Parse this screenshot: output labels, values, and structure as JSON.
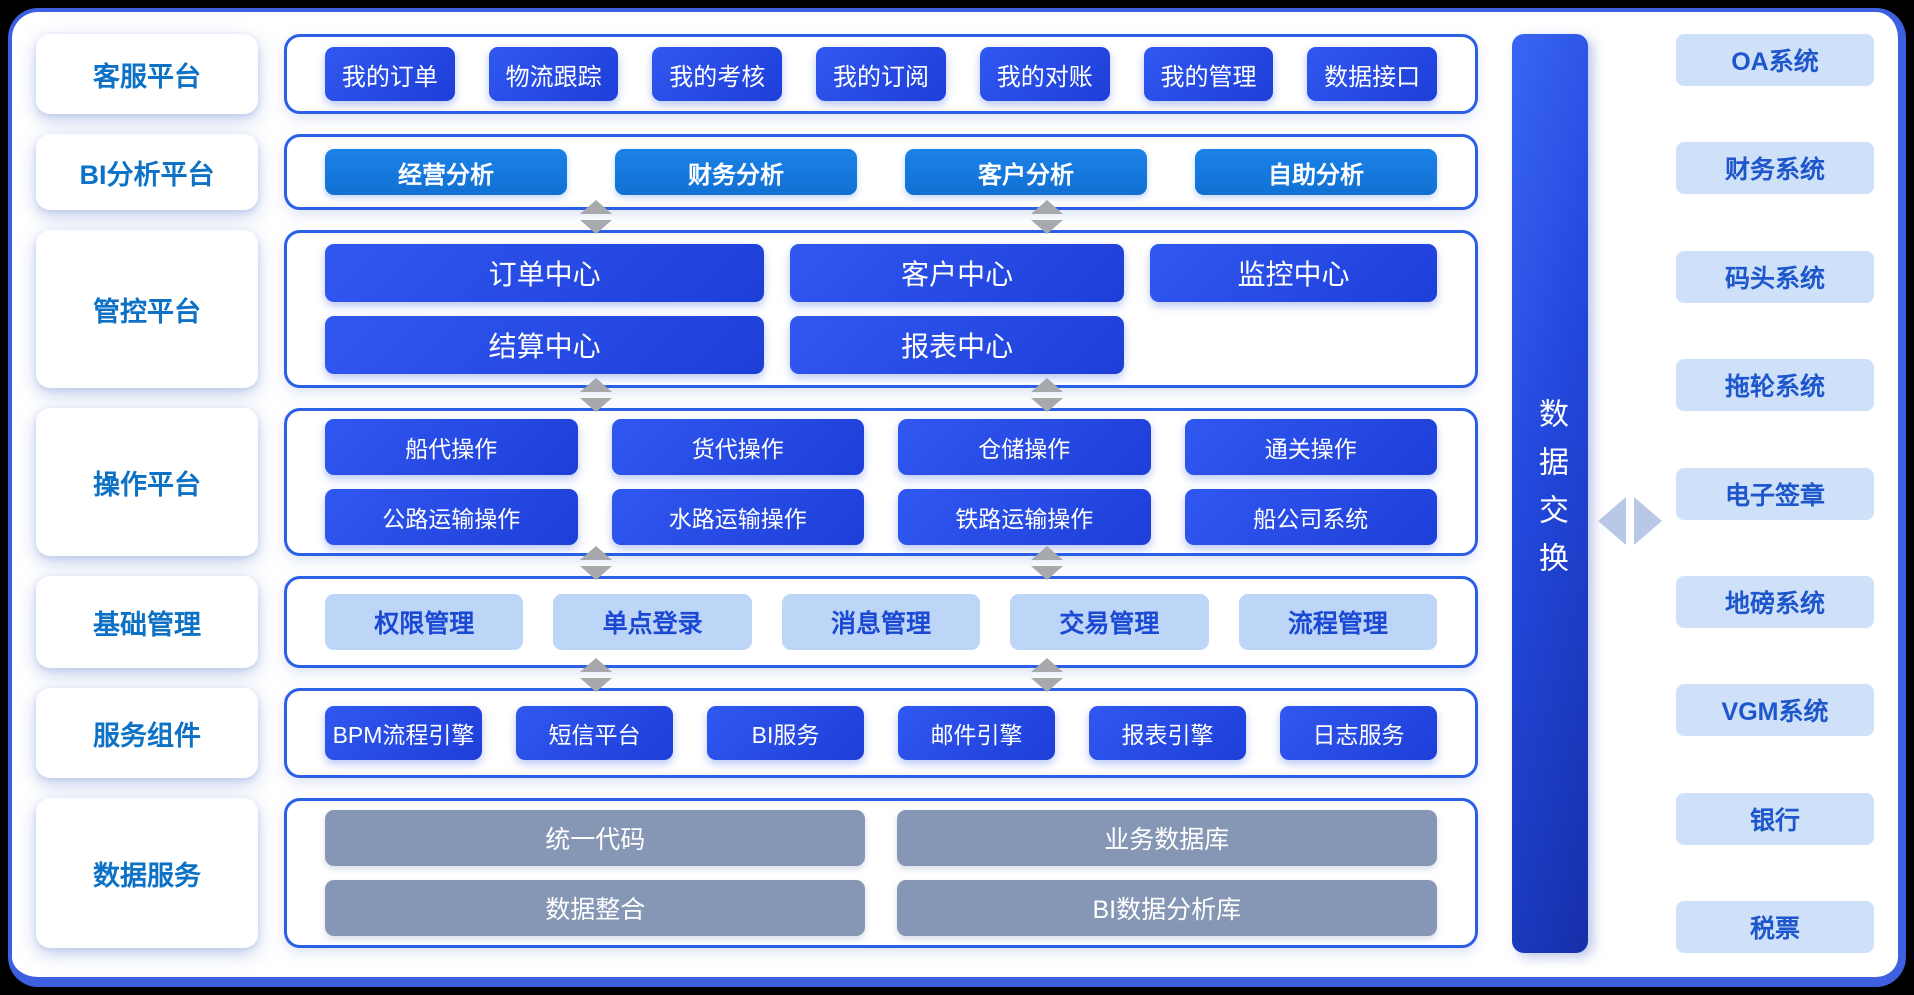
{
  "left_labels": [
    "客服平台",
    "BI分析平台",
    "管控平台",
    "操作平台",
    "基础管理",
    "服务组件",
    "数据服务"
  ],
  "platforms": {
    "customer_service": [
      "我的订单",
      "物流跟踪",
      "我的考核",
      "我的订阅",
      "我的对账",
      "我的管理",
      "数据接口"
    ],
    "bi_analysis": [
      "经营分析",
      "财务分析",
      "客户分析",
      "自助分析"
    ],
    "control_row1": [
      "订单中心",
      "客户中心",
      "监控中心"
    ],
    "control_row2": [
      "结算中心",
      "报表中心"
    ],
    "operation_row1": [
      "船代操作",
      "货代操作",
      "仓储操作",
      "通关操作"
    ],
    "operation_row2": [
      "公路运输操作",
      "水路运输操作",
      "铁路运输操作",
      "船公司系统"
    ],
    "basic_management": [
      "权限管理",
      "单点登录",
      "消息管理",
      "交易管理",
      "流程管理"
    ],
    "service_components": [
      "BPM流程引擎",
      "短信平台",
      "BI服务",
      "邮件引擎",
      "报表引擎",
      "日志服务"
    ],
    "data_service_row1": [
      "统一代码",
      "业务数据库"
    ],
    "data_service_row2": [
      "数据整合",
      "BI数据分析库"
    ]
  },
  "data_exchange": "数据交换",
  "external_systems": [
    "OA系统",
    "财务系统",
    "码头系统",
    "拖轮系统",
    "电子签章",
    "地磅系统",
    "VGM系统",
    "银行",
    "税票"
  ],
  "colors": {
    "frame_border": "#3d5fe0",
    "panel_border": "#2a5fe6",
    "button_dark_blue": "#2348e4",
    "button_azure": "#1478dd",
    "button_light_blue": "#bdd5f6",
    "button_gray": "#8697b5",
    "left_label_text": "#0d72c6",
    "system_card_bg": "#cfe1f8",
    "system_card_text": "#1e56cc",
    "exchange_bar_gradient_start": "#3a66f5",
    "exchange_bar_gradient_end": "#162fa8",
    "arrow_gray": "#a7a9ad",
    "arrow_steel_blue": "#b9c8e6"
  }
}
